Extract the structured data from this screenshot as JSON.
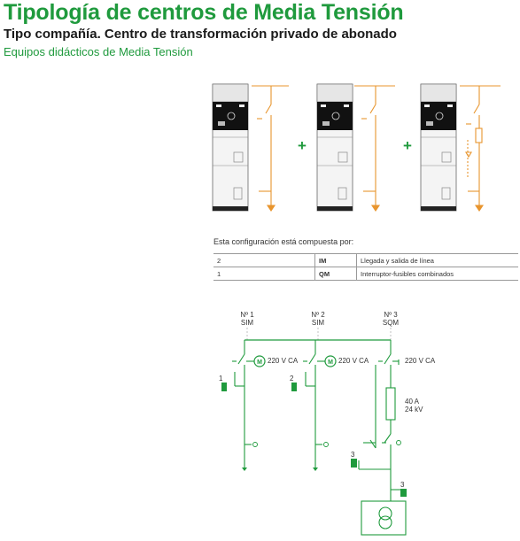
{
  "header": {
    "title": "Tipología de centros de Media Tensión",
    "subtitle": "Tipo compañía. Centro de transformación privado de abonado",
    "section": "Equipos didácticos de Media Tensión"
  },
  "illustration": {
    "plus": [
      "+",
      "+"
    ]
  },
  "configuration": {
    "intro": "Esta configuración está compuesta por:",
    "rows": [
      {
        "qty": "2",
        "code": "IM",
        "description": "Llegada y salida de línea"
      },
      {
        "qty": "1",
        "code": "QM",
        "description": "Interruptor-fusibles combinados"
      }
    ]
  },
  "schematic": {
    "cells": [
      {
        "number": "Nº 1",
        "type": "SIM",
        "voltage": "220 V CA",
        "earth_label": "1"
      },
      {
        "number": "Nº 2",
        "type": "SIM",
        "voltage": "220 V CA",
        "earth_label": "2"
      },
      {
        "number": "Nº 3",
        "type": "SQM",
        "voltage": "220 V CA",
        "earth_label": "3"
      }
    ],
    "fuse_current": "40 A",
    "fuse_voltage": "24 kV",
    "motor_symbol": "M",
    "transformer_label": "3"
  },
  "colors": {
    "brand_green": "#1f9a3d",
    "diagram_orange": "#e8952e",
    "cabinet_black": "#111111"
  }
}
